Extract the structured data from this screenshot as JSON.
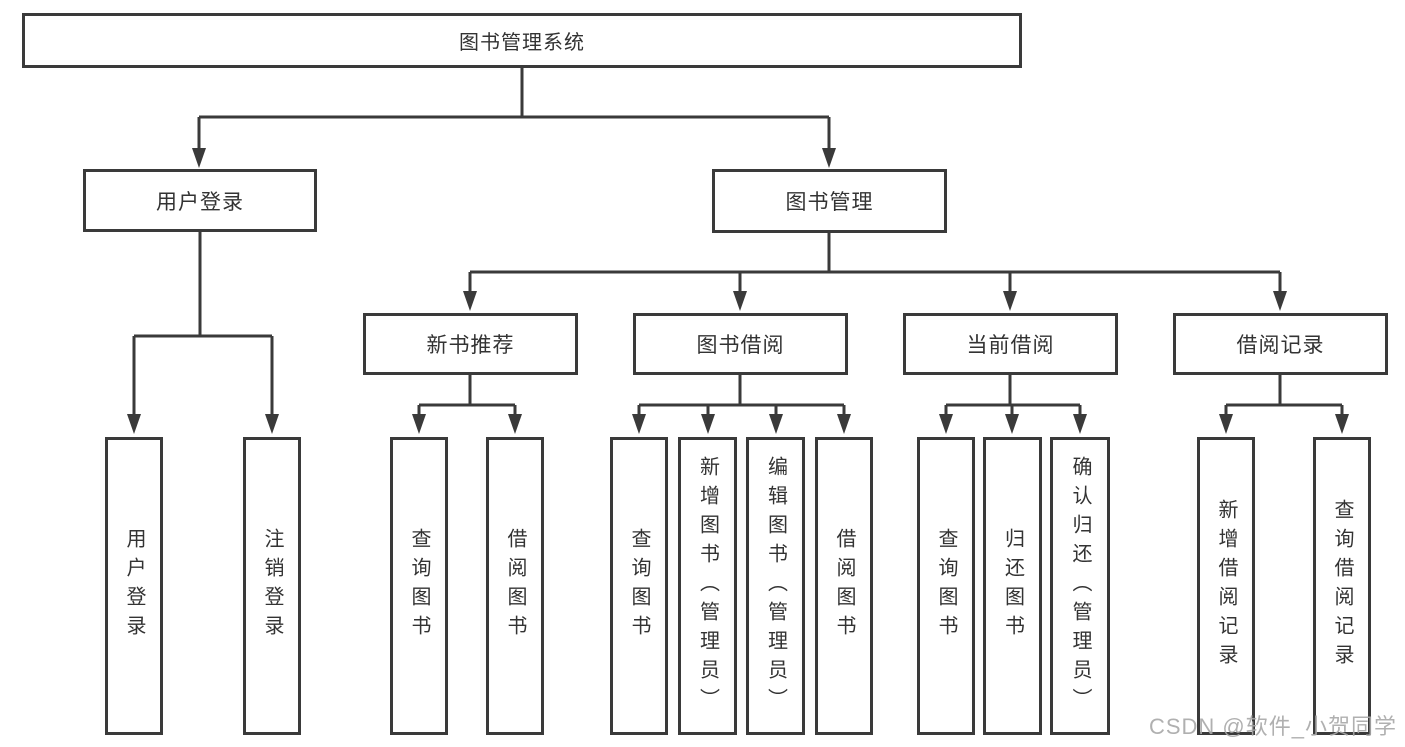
{
  "diagram": {
    "type": "hierarchy-tree",
    "title": "图书管理系统"
  },
  "colors": {
    "line": "#3a3a3a",
    "text": "#333333",
    "background": "#ffffff",
    "watermark": "#a8a8a8"
  },
  "nodes": {
    "root": {
      "label": "图书管理系统"
    },
    "user_login": {
      "label": "用户登录"
    },
    "book_mgmt": {
      "label": "图书管理"
    },
    "new_book": {
      "label": "新书推荐"
    },
    "book_borrow": {
      "label": "图书借阅"
    },
    "current": {
      "label": "当前借阅"
    },
    "records": {
      "label": "借阅记录"
    },
    "login_login": {
      "label": "用户登录"
    },
    "login_logout": {
      "label": "注销登录"
    },
    "new_query": {
      "label": "查询图书"
    },
    "new_borrow": {
      "label": "借阅图书"
    },
    "bb_query": {
      "label": "查询图书"
    },
    "bb_add": {
      "label": "新增图书（管理员）"
    },
    "bb_edit": {
      "label": "编辑图书（管理员）"
    },
    "bb_borrow": {
      "label": "借阅图书"
    },
    "cur_query": {
      "label": "查询图书"
    },
    "cur_return": {
      "label": "归还图书"
    },
    "cur_confirm": {
      "label": "确认归还（管理员）"
    },
    "rec_add": {
      "label": "新增借阅记录"
    },
    "rec_query": {
      "label": "查询借阅记录"
    }
  },
  "watermark": {
    "text": "CSDN @软件_小贺同学"
  }
}
